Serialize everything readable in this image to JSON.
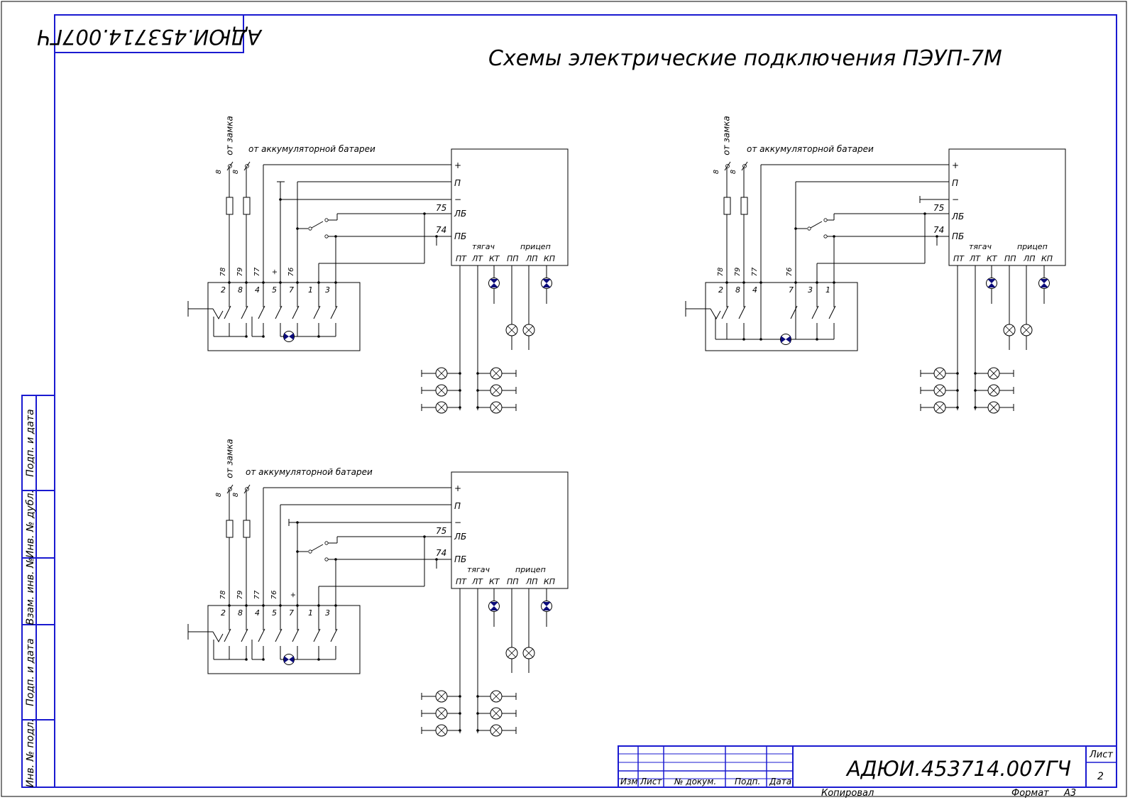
{
  "sheet": {
    "title": "Схемы электрические подключения ПЭУП-7М",
    "code_rotated": "АДЮИ.453714.007ГЧ",
    "stamp": {
      "designation": "АДЮИ.453714.007ГЧ",
      "columns": [
        "Изм",
        "Лист",
        "№ докум.",
        "Подп.",
        "Дата"
      ],
      "sheet_label": "Лист",
      "sheet_number": "2",
      "copied": "Копировал",
      "format_label": "Формат",
      "format_value": "А3"
    },
    "side_labels": [
      "Подп. и дата",
      "Инв. № дубл.",
      "Взам. инв. №",
      "Подп. и дата",
      "Инв. № подл."
    ]
  },
  "colors": {
    "frame": "#1a1ad0",
    "lamp_fill": "#0b0b7a",
    "ink": "#000000"
  },
  "schemes": [
    {
      "from_lock": "от замка",
      "from_battery": "от аккумуляторной батареи",
      "fuse_labels": [
        "8",
        "8"
      ],
      "switch_top_labels": [
        "78",
        "79",
        "77",
        "+",
        "76"
      ],
      "switch_numbers": [
        "2",
        "8",
        "4",
        "5",
        "7",
        "1",
        "3"
      ],
      "wire_labels": [
        "75",
        "74"
      ],
      "unit_terminals": [
        "+",
        "П",
        "−",
        "ЛБ",
        "ПБ"
      ],
      "group_tractor": "тягач",
      "group_trailer": "прицеп",
      "bottom_terminals": [
        "ПТ",
        "ЛТ",
        "КТ",
        "ПП",
        "ЛП",
        "КП"
      ]
    },
    {
      "from_lock": "от замка",
      "from_battery": "от аккумуляторной батареи",
      "fuse_labels": [
        "8",
        "8"
      ],
      "switch_top_labels": [
        "78",
        "79",
        "77",
        "76"
      ],
      "switch_numbers": [
        "2",
        "8",
        "4",
        "7",
        "3",
        "1"
      ],
      "wire_labels": [
        "75",
        "74"
      ],
      "unit_terminals": [
        "+",
        "П",
        "−",
        "ЛБ",
        "ПБ"
      ],
      "group_tractor": "тягач",
      "group_trailer": "прицеп",
      "bottom_terminals": [
        "ПТ",
        "ЛТ",
        "КТ",
        "ПП",
        "ЛП",
        "КП"
      ]
    },
    {
      "from_lock": "от замка",
      "from_battery": "от аккумуляторной батареи",
      "fuse_labels": [
        "8",
        "8"
      ],
      "switch_top_labels": [
        "78",
        "79",
        "77",
        "76",
        "+"
      ],
      "switch_numbers": [
        "2",
        "8",
        "4",
        "5",
        "7",
        "1",
        "3"
      ],
      "wire_labels": [
        "75",
        "74"
      ],
      "unit_terminals": [
        "+",
        "П",
        "−",
        "ЛБ",
        "ПБ"
      ],
      "group_tractor": "тягач",
      "group_trailer": "прицеп",
      "bottom_terminals": [
        "ПТ",
        "ЛТ",
        "КТ",
        "ПП",
        "ЛП",
        "КП"
      ]
    }
  ]
}
